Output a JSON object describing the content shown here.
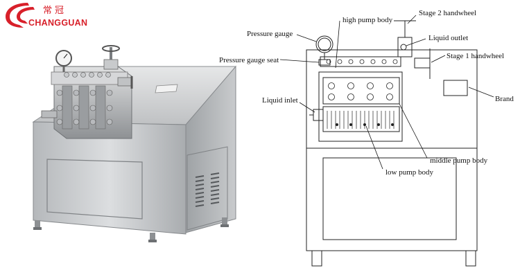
{
  "brand": {
    "name_cn": "常冠",
    "name_en": "CHANGGUAN",
    "color": "#d8202a"
  },
  "diagram": {
    "labels": {
      "high_pump_body": "high pump body",
      "stage2_handwheel": "Stage 2 handwheel",
      "pressure_gauge": "Pressure gauge",
      "liquid_outlet": "Liquid outlet",
      "pressure_gauge_seat": "Pressure gauge seat",
      "stage1_handwheel": "Stage 1 handwheel",
      "brand": "Brand",
      "liquid_inlet": "Liquid inlet",
      "middle_pump_body": "middle pump body",
      "low_pump_body": "low pump body"
    }
  }
}
